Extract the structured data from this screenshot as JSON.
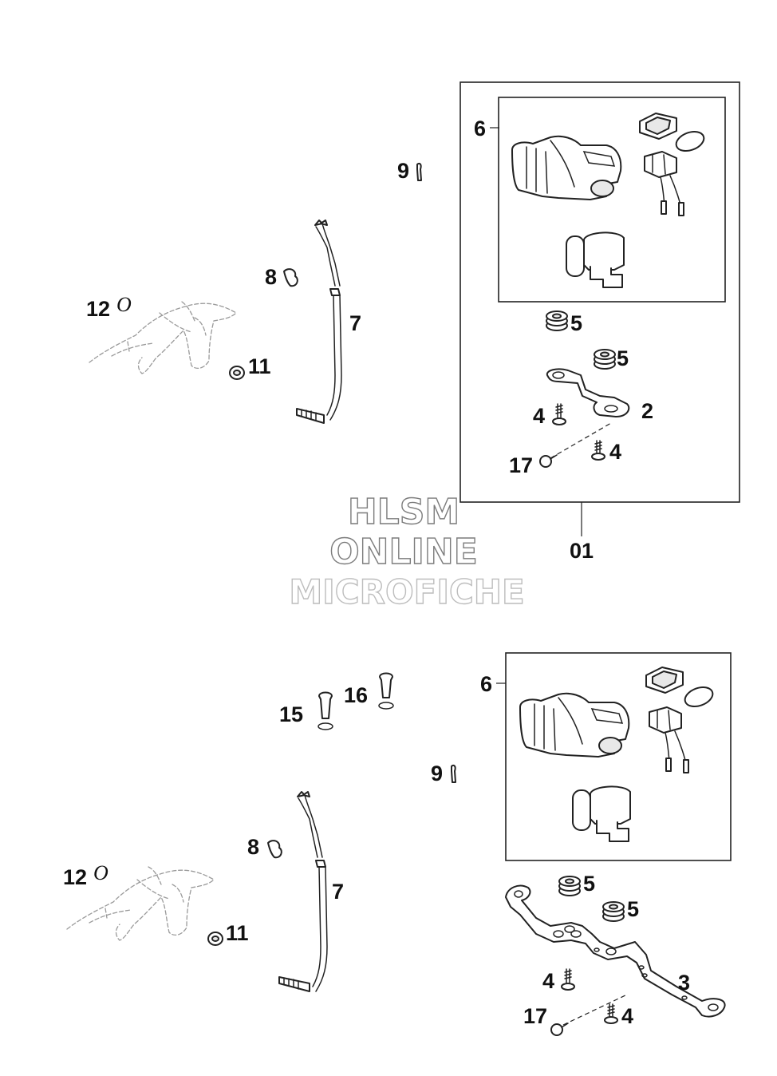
{
  "watermark": {
    "line1": "HLSM",
    "line2": "ONLINE",
    "line3": "MICROFICHE"
  },
  "top_assembly": {
    "box_label": "01",
    "labels": {
      "p6": "6",
      "p9": "9",
      "p8": "8",
      "p12": "12",
      "p12_suffix": "O",
      "p7": "7",
      "p11": "11",
      "p5a": "5",
      "p5b": "5",
      "p4a": "4",
      "p2": "2",
      "p4b": "4",
      "p17": "17"
    }
  },
  "bottom_assembly": {
    "labels": {
      "p6": "6",
      "p16": "16",
      "p15": "15",
      "p9": "9",
      "p8": "8",
      "p12": "12",
      "p12_suffix": "O",
      "p7": "7",
      "p11": "11",
      "p5a": "5",
      "p5b": "5",
      "p3": "3",
      "p4a": "4",
      "p17": "17",
      "p4b": "4"
    }
  }
}
